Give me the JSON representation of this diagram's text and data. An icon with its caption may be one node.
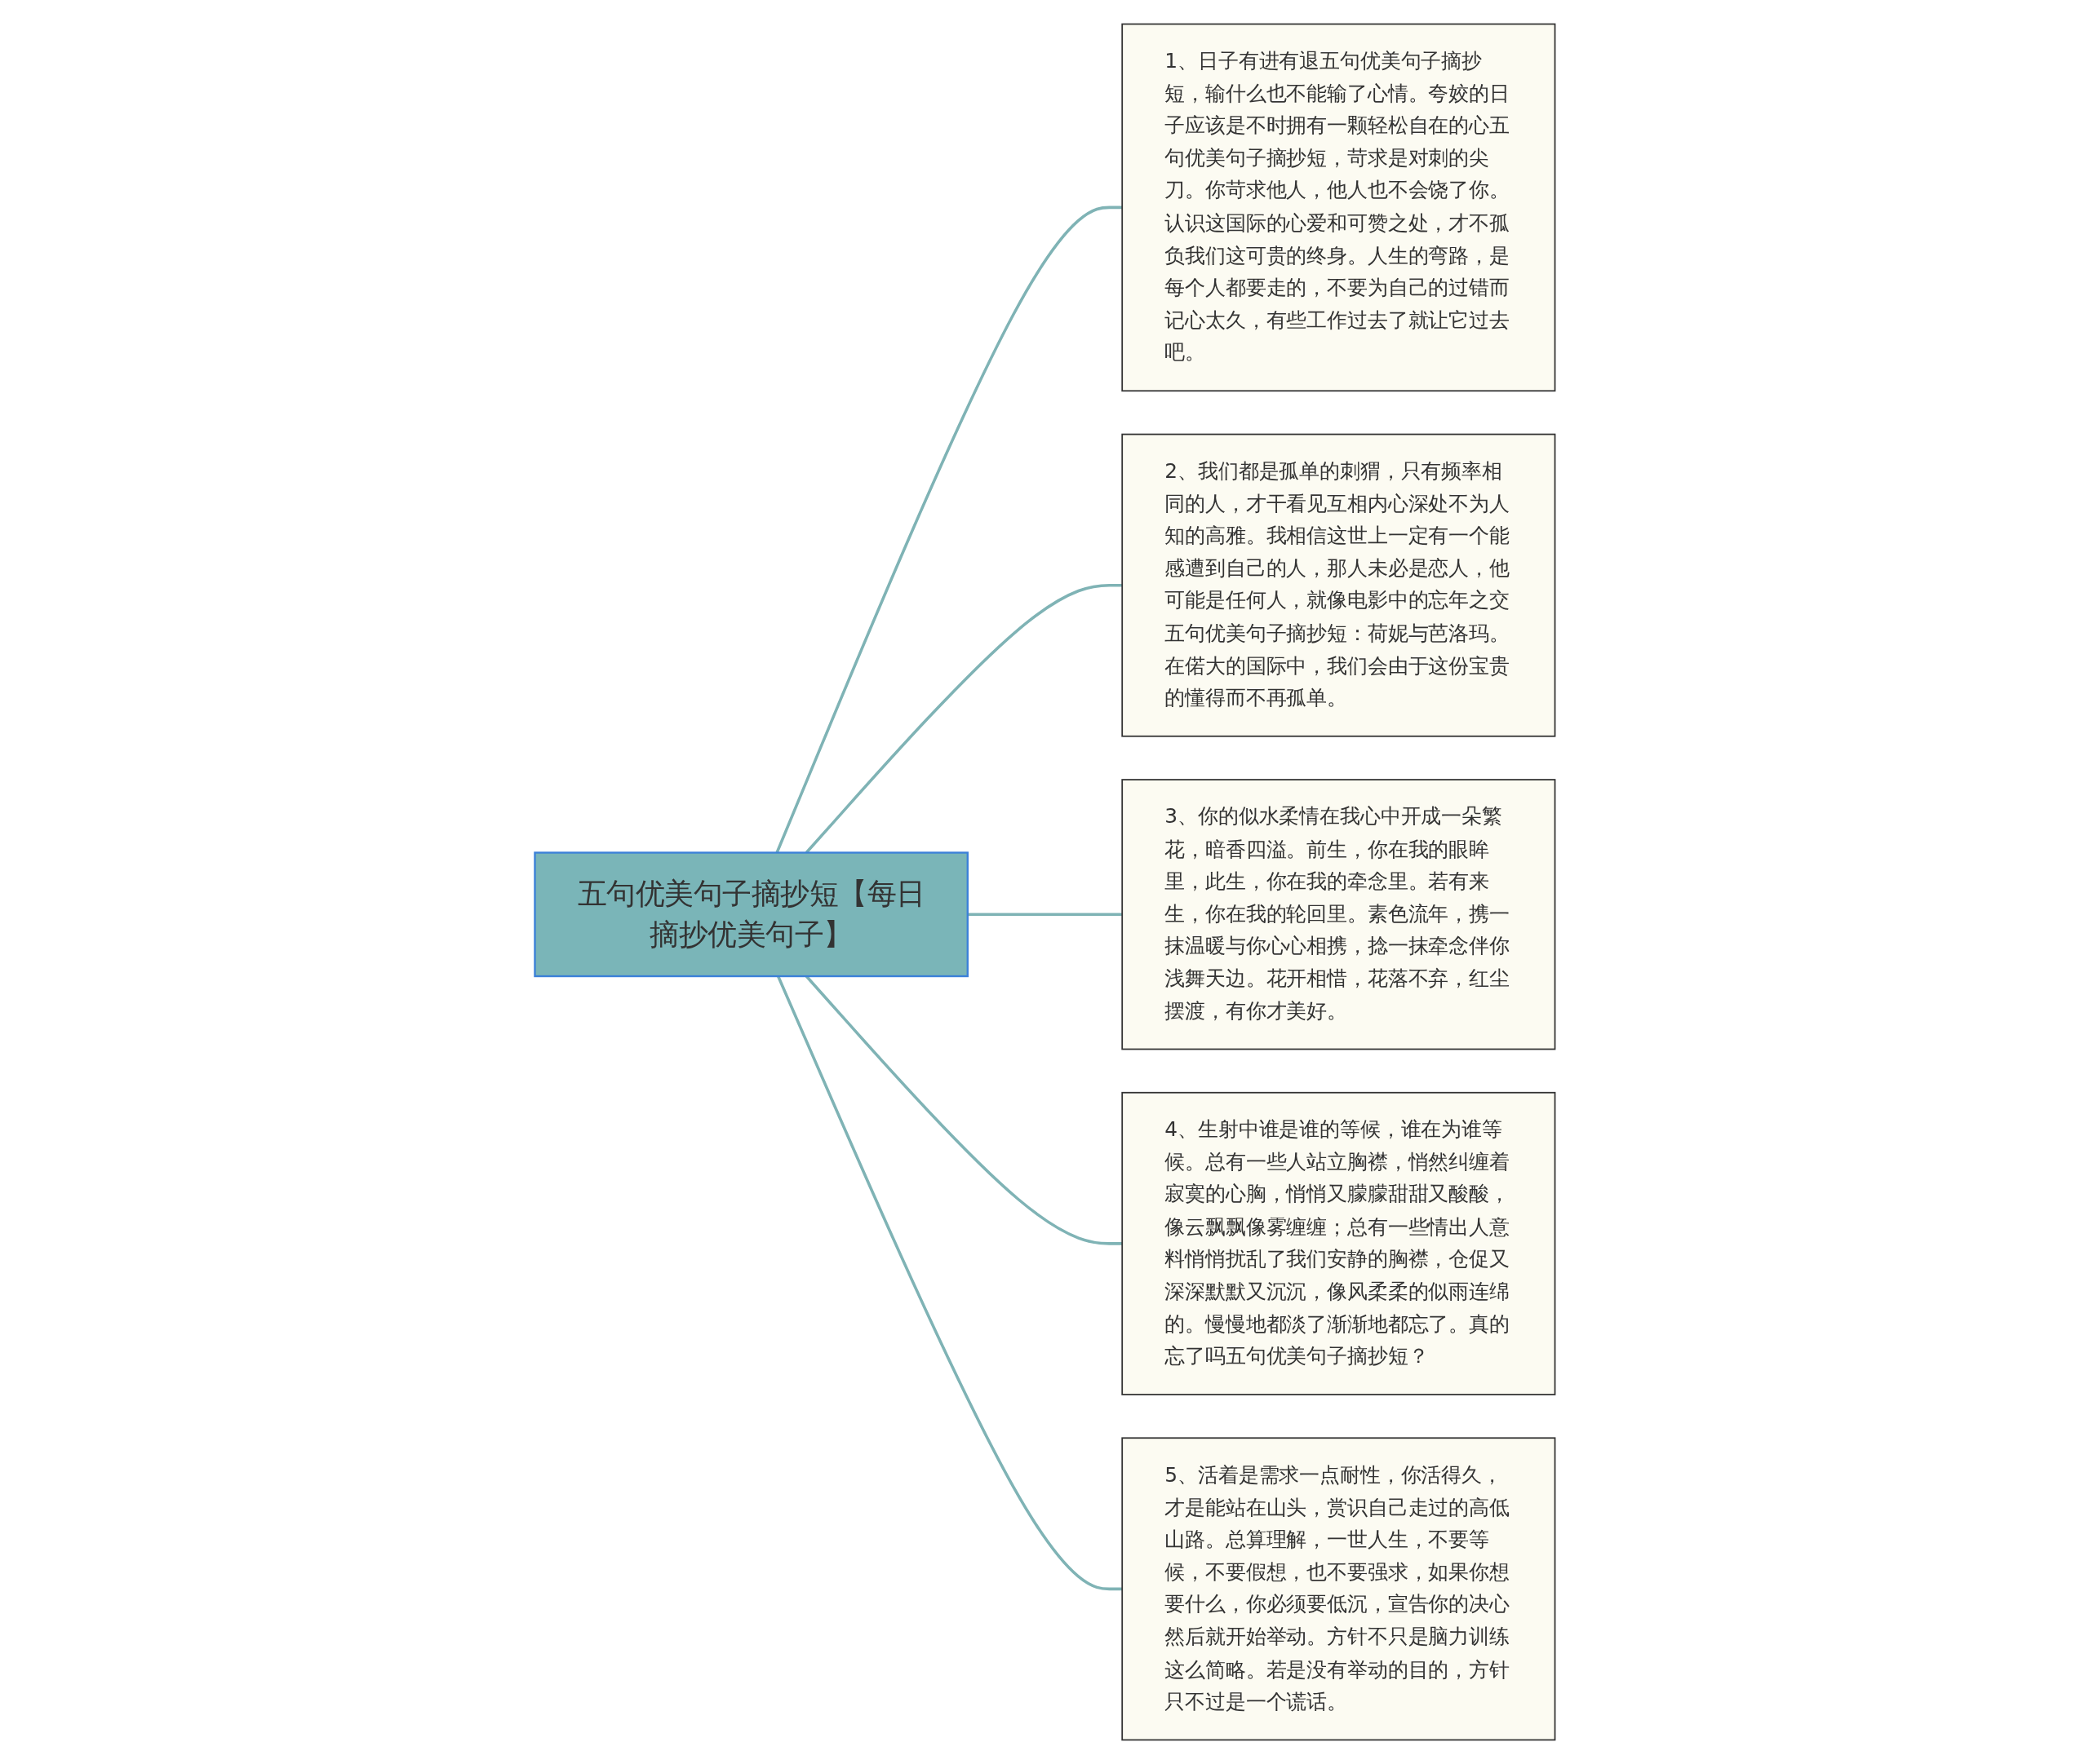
{
  "diagram": {
    "nodes": [
      {
        "text": [
          "五句优美句子摘抄短【每日摘抄优美句子】"
        ]
      },
      {
        "text": [
          "1、日子有进有退五句优美句子摘抄短，输什么也不能输了心情。夸姣的日子应该是不时拥有一颗轻松自在的心五句优美句子摘抄短，苛求是对刺的尖刀。你苛求他人，他人也不会饶了你。认识这国际的心爱和可赞之处，才不孤负我们这可贵的终身。人生的弯路，是每个人都要走的，不要为自己的过错而记心太久，有些工作过去了就让它过去吧。"
        ]
      },
      {
        "text": [
          "2、我们都是孤单的刺猬，只有频率相同的人，才干看见互相内心深处不为人知的高雅。我相信这世上一定有一个能感遭到自己的人，那人未必是恋人，他可能是任何人，就像电影中的忘年之交五句优美句子摘抄短：荷妮与芭洛玛。在偌大的国际中，我们会由于这份宝贵的懂得而不再孤单。"
        ]
      },
      {
        "text": [
          "3、你的似水柔情在我心中开成一朵繁花，暗香四溢。前生，你在我的眼眸里，此生，你在我的牵念里。若有来生，你在我的轮回里。素色流年，携一抹温暖与你心心相携，捻一抹牵念伴你浅舞天边。花开相惜，花落不弃，红尘摆渡，有你才美好。"
        ]
      },
      {
        "text": [
          "4、生射中谁是谁的等候，谁在为谁等候。总有一些人站立胸襟，悄然纠缠着寂寞的心胸，悄悄又朦朦甜甜又酸酸，像云飘飘像雾缠缠；总有一些情出人意料悄悄扰乱了我们安静的胸襟，仓促又深深默默又沉沉，像风柔柔的似雨连绵的。慢慢地都淡了渐渐地都忘了。真的忘了吗五句优美句子摘抄短？"
        ]
      },
      {
        "text": [
          "5、活着是需求一点耐性，你活得久，才是能站在山头，赏识自己走过的高低山路。总算理解，一世人生，不要等候，不要假想，也不要强求，如果你想要什么，你必须要低沉，宣告你的决心然后就开始举动。方针不只是脑力训练这么简略。若是没有举动的目的，方针只不过是一个谎话。"
        ]
      }
    ],
    "edges": [
      {
        "from": 0,
        "to": 1,
        "arrow": "none"
      },
      {
        "from": 0,
        "to": 2,
        "arrow": "none"
      },
      {
        "from": 0,
        "to": 3,
        "arrow": "none"
      },
      {
        "from": 0,
        "to": 4,
        "arrow": "none"
      },
      {
        "from": 0,
        "to": 5,
        "arrow": "none"
      }
    ]
  }
}
